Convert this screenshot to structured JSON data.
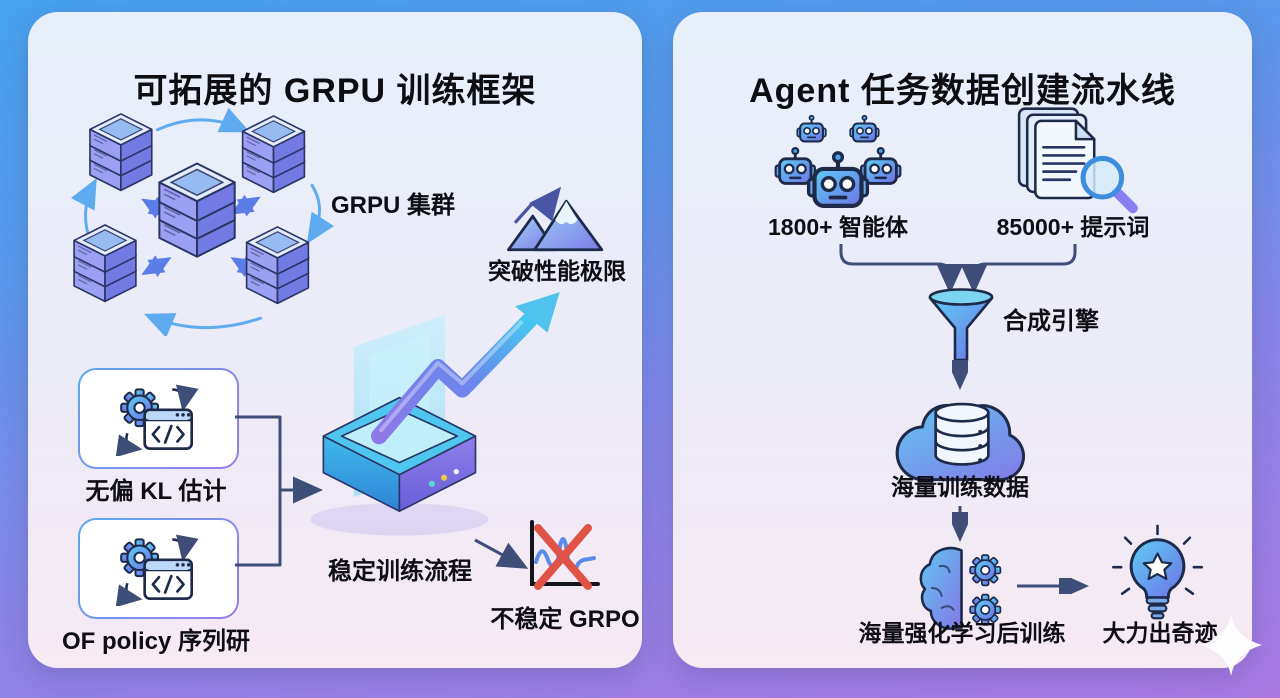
{
  "left": {
    "title": "可拓展的 GRPU 训练框架",
    "cluster_label": "GRPU 集群",
    "peak_label": "突破性能极限",
    "boxes": [
      {
        "label": "无偏 KL 估计"
      },
      {
        "label": "OF policy 序列研"
      }
    ],
    "platform_label": "稳定训练流程",
    "unstable_label": "不稳定 GRPO"
  },
  "right": {
    "title": "Agent 任务数据创建流水线",
    "agents_label": "1800+ 智能体",
    "prompts_label": "85000+ 提示词",
    "engine_label": "合成引擎",
    "data_label": "海量训练数据",
    "training_label": "海量强化学习后训练",
    "result_label": "大力出奇迹"
  },
  "icons": {
    "left": [
      "server-cluster-icon",
      "mountain-peak-icon",
      "gear-code-icon",
      "gear-code-icon",
      "glow-platform-icon",
      "growth-arrow-icon",
      "unstable-chart-icon"
    ],
    "right": [
      "robot-group-icon",
      "documents-search-icon",
      "funnel-icon",
      "cloud-database-icon",
      "brain-gears-icon",
      "lightbulb-icon",
      "sparkle-icon"
    ]
  },
  "colors": {
    "background_top": "#47A2EE",
    "background_bottom": "#A779E1",
    "panel_top": "#E7F0FA",
    "panel_bottom": "#F6EAF3",
    "icon_blue": "#5ECDF4",
    "icon_purple": "#6E72E6",
    "outline_navy": "#1D2A4A",
    "connector": "#3F4E78",
    "alert_red": "#E05448",
    "text": "#0D0D12"
  }
}
